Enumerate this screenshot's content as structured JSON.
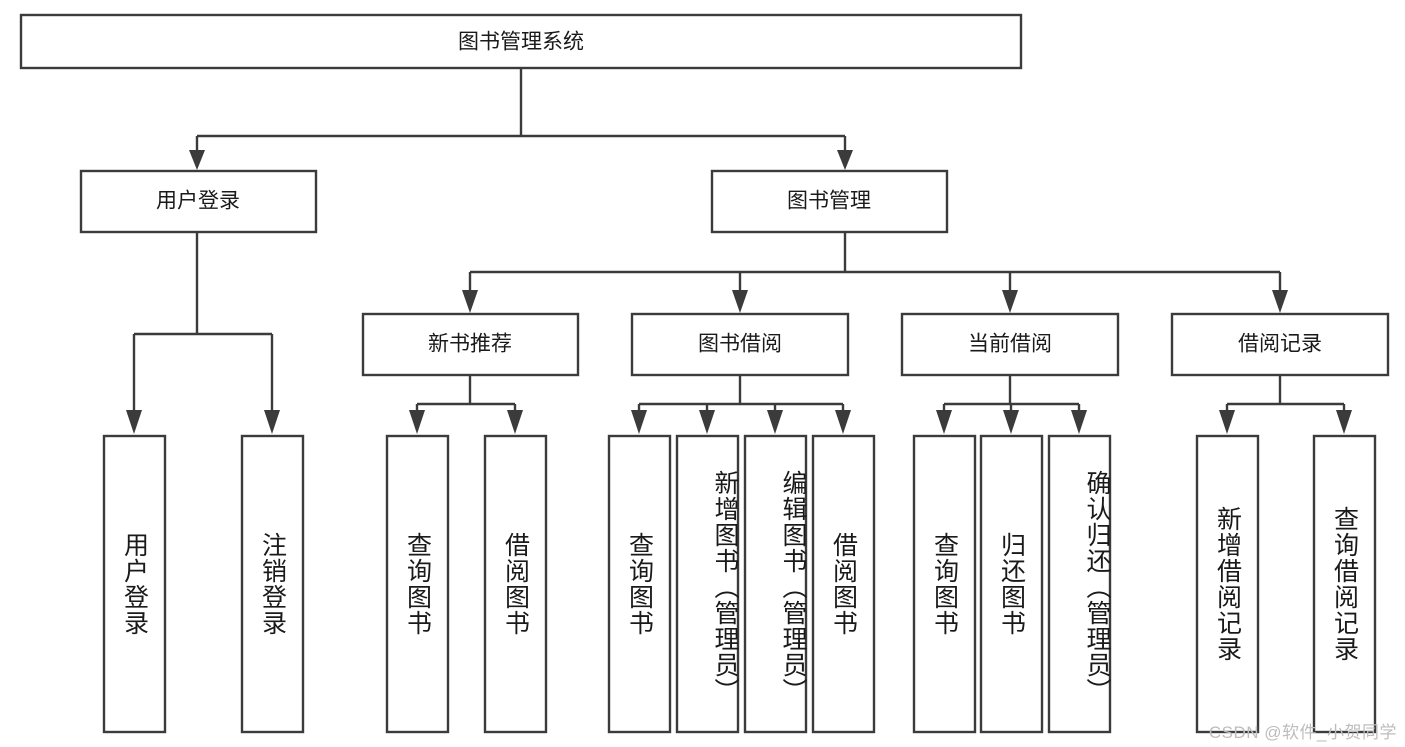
{
  "diagram": {
    "type": "tree-hierarchy",
    "title": "图书管理系统",
    "root": {
      "id": "root",
      "label": "图书管理系统",
      "level": 0
    },
    "level1": [
      {
        "id": "user-login",
        "label": "用户登录"
      },
      {
        "id": "book-management",
        "label": "图书管理"
      }
    ],
    "level2": [
      {
        "id": "new-book-recommend",
        "label": "新书推荐",
        "parent": "book-management"
      },
      {
        "id": "book-borrow",
        "label": "图书借阅",
        "parent": "book-management"
      },
      {
        "id": "current-borrow",
        "label": "当前借阅",
        "parent": "book-management"
      },
      {
        "id": "borrow-record",
        "label": "借阅记录",
        "parent": "book-management"
      }
    ],
    "leaves": [
      {
        "id": "leaf-user-login",
        "label": "用户登录",
        "parent": "user-login"
      },
      {
        "id": "leaf-logout-login",
        "label": "注销登录",
        "parent": "user-login"
      },
      {
        "id": "leaf-query-book-1",
        "label": "查询图书",
        "parent": "new-book-recommend"
      },
      {
        "id": "leaf-borrow-book-1",
        "label": "借阅图书",
        "parent": "new-book-recommend"
      },
      {
        "id": "leaf-query-book-2",
        "label": "查询图书",
        "parent": "book-borrow"
      },
      {
        "id": "leaf-add-book",
        "label": "新增图书（管理员）",
        "parent": "book-borrow"
      },
      {
        "id": "leaf-edit-book",
        "label": "编辑图书（管理员）",
        "parent": "book-borrow"
      },
      {
        "id": "leaf-borrow-book-2",
        "label": "借阅图书",
        "parent": "book-borrow"
      },
      {
        "id": "leaf-query-book-3",
        "label": "查询图书",
        "parent": "current-borrow"
      },
      {
        "id": "leaf-return-book",
        "label": "归还图书",
        "parent": "current-borrow"
      },
      {
        "id": "leaf-confirm-return",
        "label": "确认归还（管理员）",
        "parent": "current-borrow"
      },
      {
        "id": "leaf-add-record",
        "label": "新增借阅记录",
        "parent": "borrow-record"
      },
      {
        "id": "leaf-query-record",
        "label": "查询借阅记录",
        "parent": "borrow-record"
      }
    ],
    "colors": {
      "stroke": "#3b3b3b",
      "fill": "#ffffff",
      "text": "#1a1a1a",
      "watermark": "#bdbdbd",
      "background": "#ffffff"
    }
  },
  "watermark": {
    "text": "CSDN @软件_小贺同学"
  }
}
